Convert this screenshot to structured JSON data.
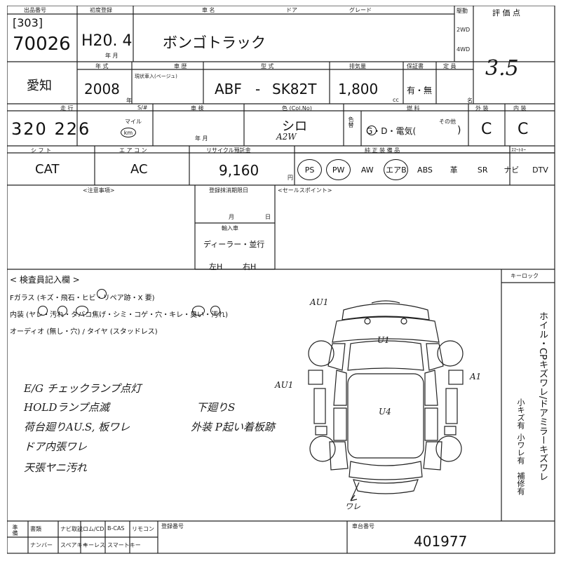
{
  "header": {
    "lot_label": "出品番号",
    "lot_bracket": "[303]",
    "lot_number": "70026",
    "reg_label": "初度登録",
    "reg_date": "H20. 4",
    "reg_month_unit": "年 月",
    "name_label": "車 名",
    "door_label": "ドア",
    "grade_label": "グレード",
    "car_name": "ボンゴトラック",
    "drive_label": "駆動",
    "drive_2wd": "2WD",
    "drive_4wd": "4WD",
    "score_label": "評 価 点",
    "score": "3.5"
  },
  "row2": {
    "region": "愛知",
    "year_label": "年 式",
    "year": "2008",
    "year_unit": "年",
    "history_label": "車 歴",
    "history_note": "現状車入(ベージュ)",
    "model_label": "型 式",
    "model_prefix": "ABF",
    "model_dash": "-",
    "model_code": "SK82T",
    "displacement_label": "排気量",
    "displacement": "1,800",
    "cc_unit": "cc",
    "inspection_label": "保証書",
    "inspection_value": "有・無",
    "capacity_label": "定 員",
    "capacity_unit": "名"
  },
  "row3": {
    "mileage_label": "走 行",
    "mileage": "320 226",
    "mile_unit": "マイル",
    "km_unit": "km",
    "checkbox_label": "S/#",
    "shaken_label": "車 検",
    "shaken_unit": "年 月",
    "color_label": "色 (Col.No)",
    "color": "シロ",
    "color_code": "A2W",
    "color_change_label": "色替",
    "fuel_label": "燃 料",
    "fuel_options": "G・D・電気(",
    "fuel_other": "その他",
    "fuel_close": ")",
    "exterior_label": "外 装",
    "exterior": "C",
    "interior_label": "内 装",
    "interior": "C"
  },
  "row4": {
    "shift_label": "シ フ ト",
    "shift": "CAT",
    "ac_label": "エ ア コ ン",
    "ac": "AC",
    "recycle_label": "リサイクル預託金",
    "recycle": "9,160",
    "recycle_unit": "円",
    "equipment_label": "純 正 装 備 品",
    "equipment": [
      "PS",
      "PW",
      "AW",
      "エアB",
      "ABS",
      "革",
      "SR",
      "ナビ",
      "DTV"
    ],
    "equipment_circled": [
      "PS",
      "PW",
      "エアB"
    ],
    "smartkey_label": "ｽﾏｰﾄｷｰ"
  },
  "middle": {
    "notes_label": "<注意事項>",
    "expiry_label": "登録抹消期限日",
    "expiry_unit_month": "月",
    "expiry_unit_day": "日",
    "import_label": "輸入車",
    "import_dealer": "ディーラー・並行",
    "handle_left": "左H",
    "handle_right": "右H",
    "sales_label": "<セールスポイント>"
  },
  "inspector": {
    "title": "< 検査員記入欄 >",
    "line1": "Fガラス (キズ・飛石・ヒビ・リペア跡・X 要)",
    "line2": "内装 (ヤレ・汚れ・タバコ焦げ・シミ・コゲ・穴・キレ・臭い・汚れ)",
    "line3": "オーディオ (無し・穴) / タイヤ (スタッドレス)",
    "keyless_label": "キーロック",
    "vertical_note": "ホイル・CPキズワレ/ドアミラーキズワレ",
    "vertical_sub1": "小キズ有",
    "vertical_sub2": "小ワレ有",
    "vertical_sub3": "補修有"
  },
  "handwritten": {
    "note1": "E/G チェックランプ点灯",
    "note2": "HOLDランプ点滅",
    "note3": "荷台廻りAU.S, 板ワレ",
    "note4": "ドア内張ワレ",
    "note5": "天張ヤニ汚れ",
    "note6": "下廻りS",
    "note7": "外装 P起い着板跡",
    "mark_au1_top": "AU1",
    "mark_u1": "U1",
    "mark_au1_left": "AU1",
    "mark_a1_right": "A1",
    "mark_u4": "U4",
    "mark_wa": "ワレ"
  },
  "footer": {
    "checkbox_row1": [
      "書類",
      "ナビ取説",
      "ロム/CD",
      "B-CAS",
      "リモコン"
    ],
    "checkbox_row2": [
      "ナンバー",
      "スペアキー",
      "キーレス",
      "スマートキー"
    ],
    "row_label": "準備",
    "register_label": "登録番号",
    "chassis_label": "車台番号",
    "chassis": "401977"
  }
}
